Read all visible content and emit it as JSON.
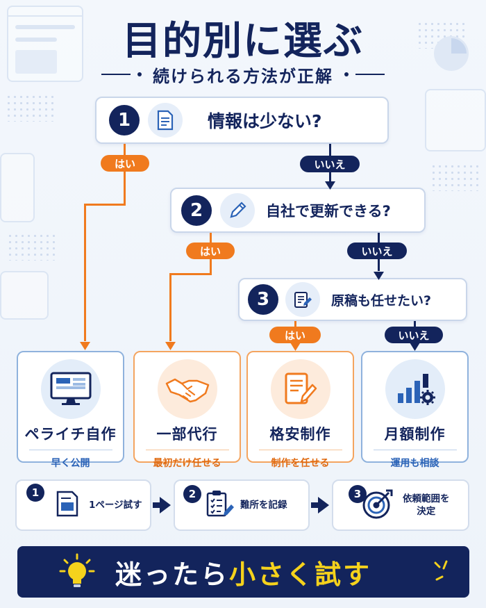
{
  "header": {
    "title": "目的別に選ぶ",
    "subtitle": "続けられる方法が正解"
  },
  "questions": [
    {
      "number": "1",
      "text": "情報は少ない?",
      "icon": "document-icon"
    },
    {
      "number": "2",
      "text": "自社で更新できる?",
      "icon": "pencil-icon"
    },
    {
      "number": "3",
      "text": "原稿も任せたい?",
      "icon": "clipboard-edit-icon"
    }
  ],
  "labels": {
    "yes": "はい",
    "no": "いいえ"
  },
  "results": [
    {
      "title": "ペライチ自作",
      "sub": "早く公開",
      "icon": "monitor-icon",
      "theme": "blue"
    },
    {
      "title": "一部代行",
      "sub": "最初だけ任せる",
      "icon": "handshake-icon",
      "theme": "orange"
    },
    {
      "title": "格安制作",
      "sub": "制作を任せる",
      "icon": "document-edit-icon",
      "theme": "orange"
    },
    {
      "title": "月額制作",
      "sub": "運用も相談",
      "icon": "chart-gear-icon",
      "theme": "blue"
    }
  ],
  "steps": [
    {
      "number": "1",
      "text": "1ページ試す",
      "icon": "page-icon"
    },
    {
      "number": "2",
      "text": "難所を記録",
      "icon": "checklist-icon"
    },
    {
      "number": "3",
      "text_line1": "依頼範囲を",
      "text_line2": "決定",
      "icon": "target-icon"
    }
  ],
  "banner": {
    "text_a": "迷ったら",
    "text_b": "小さく試す",
    "icon": "lightbulb-icon"
  },
  "colors": {
    "navy": "#13245c",
    "orange": "#f07a1e",
    "yellow": "#f5d21c",
    "blue": "#2b63b7"
  }
}
